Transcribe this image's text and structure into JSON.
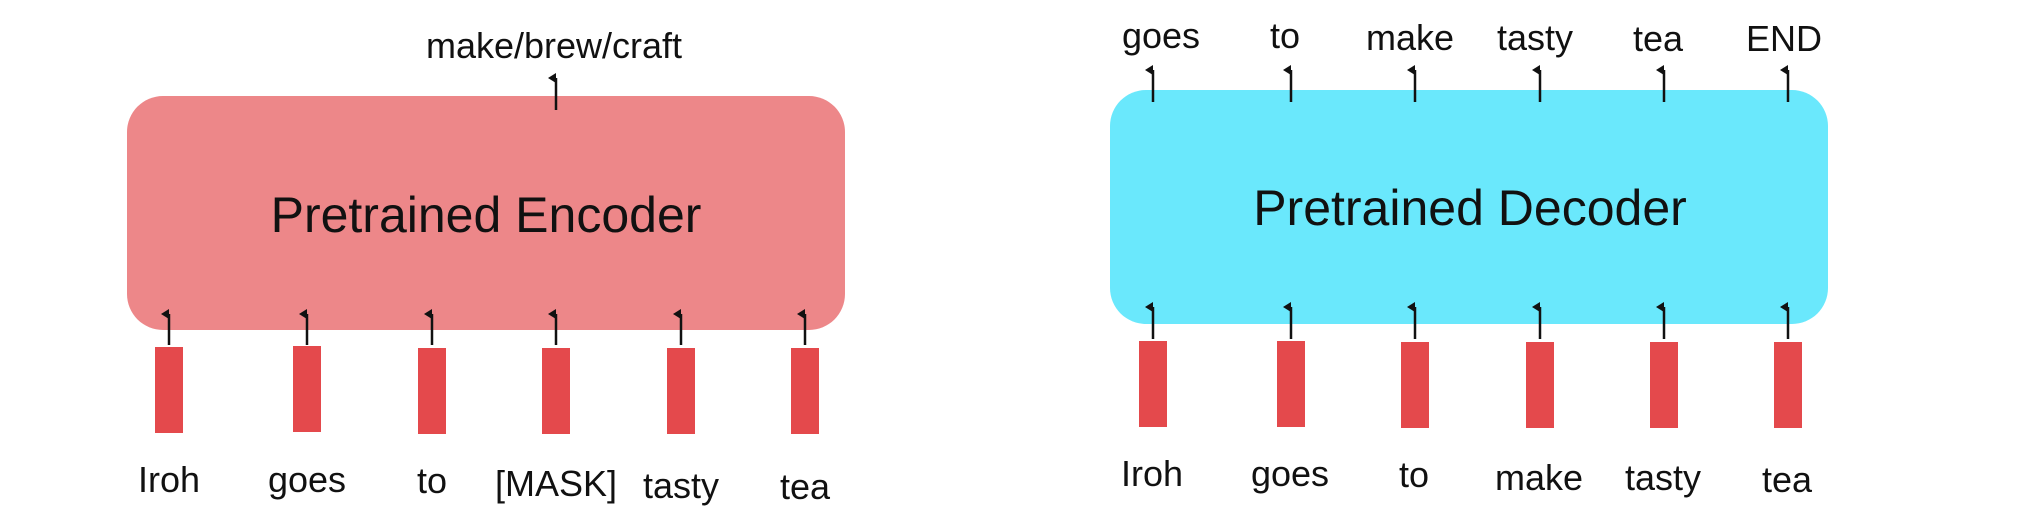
{
  "colors": {
    "encoder_box": "#ED8789",
    "decoder_box": "#6AE8FC",
    "token_bar": "#E4494C",
    "arrow": "#111111",
    "text": "#111111"
  },
  "encoder": {
    "title": "Pretrained Encoder",
    "output_label": "make/brew/craft",
    "input_tokens": [
      "Iroh",
      "goes",
      "to",
      "[MASK]",
      "tasty",
      "tea"
    ]
  },
  "decoder": {
    "title": "Pretrained Decoder",
    "input_tokens": [
      "Iroh",
      "goes",
      "to",
      "make",
      "tasty",
      "tea"
    ],
    "output_tokens": [
      "goes",
      "to",
      "make",
      "tasty",
      "tea",
      "END"
    ]
  }
}
